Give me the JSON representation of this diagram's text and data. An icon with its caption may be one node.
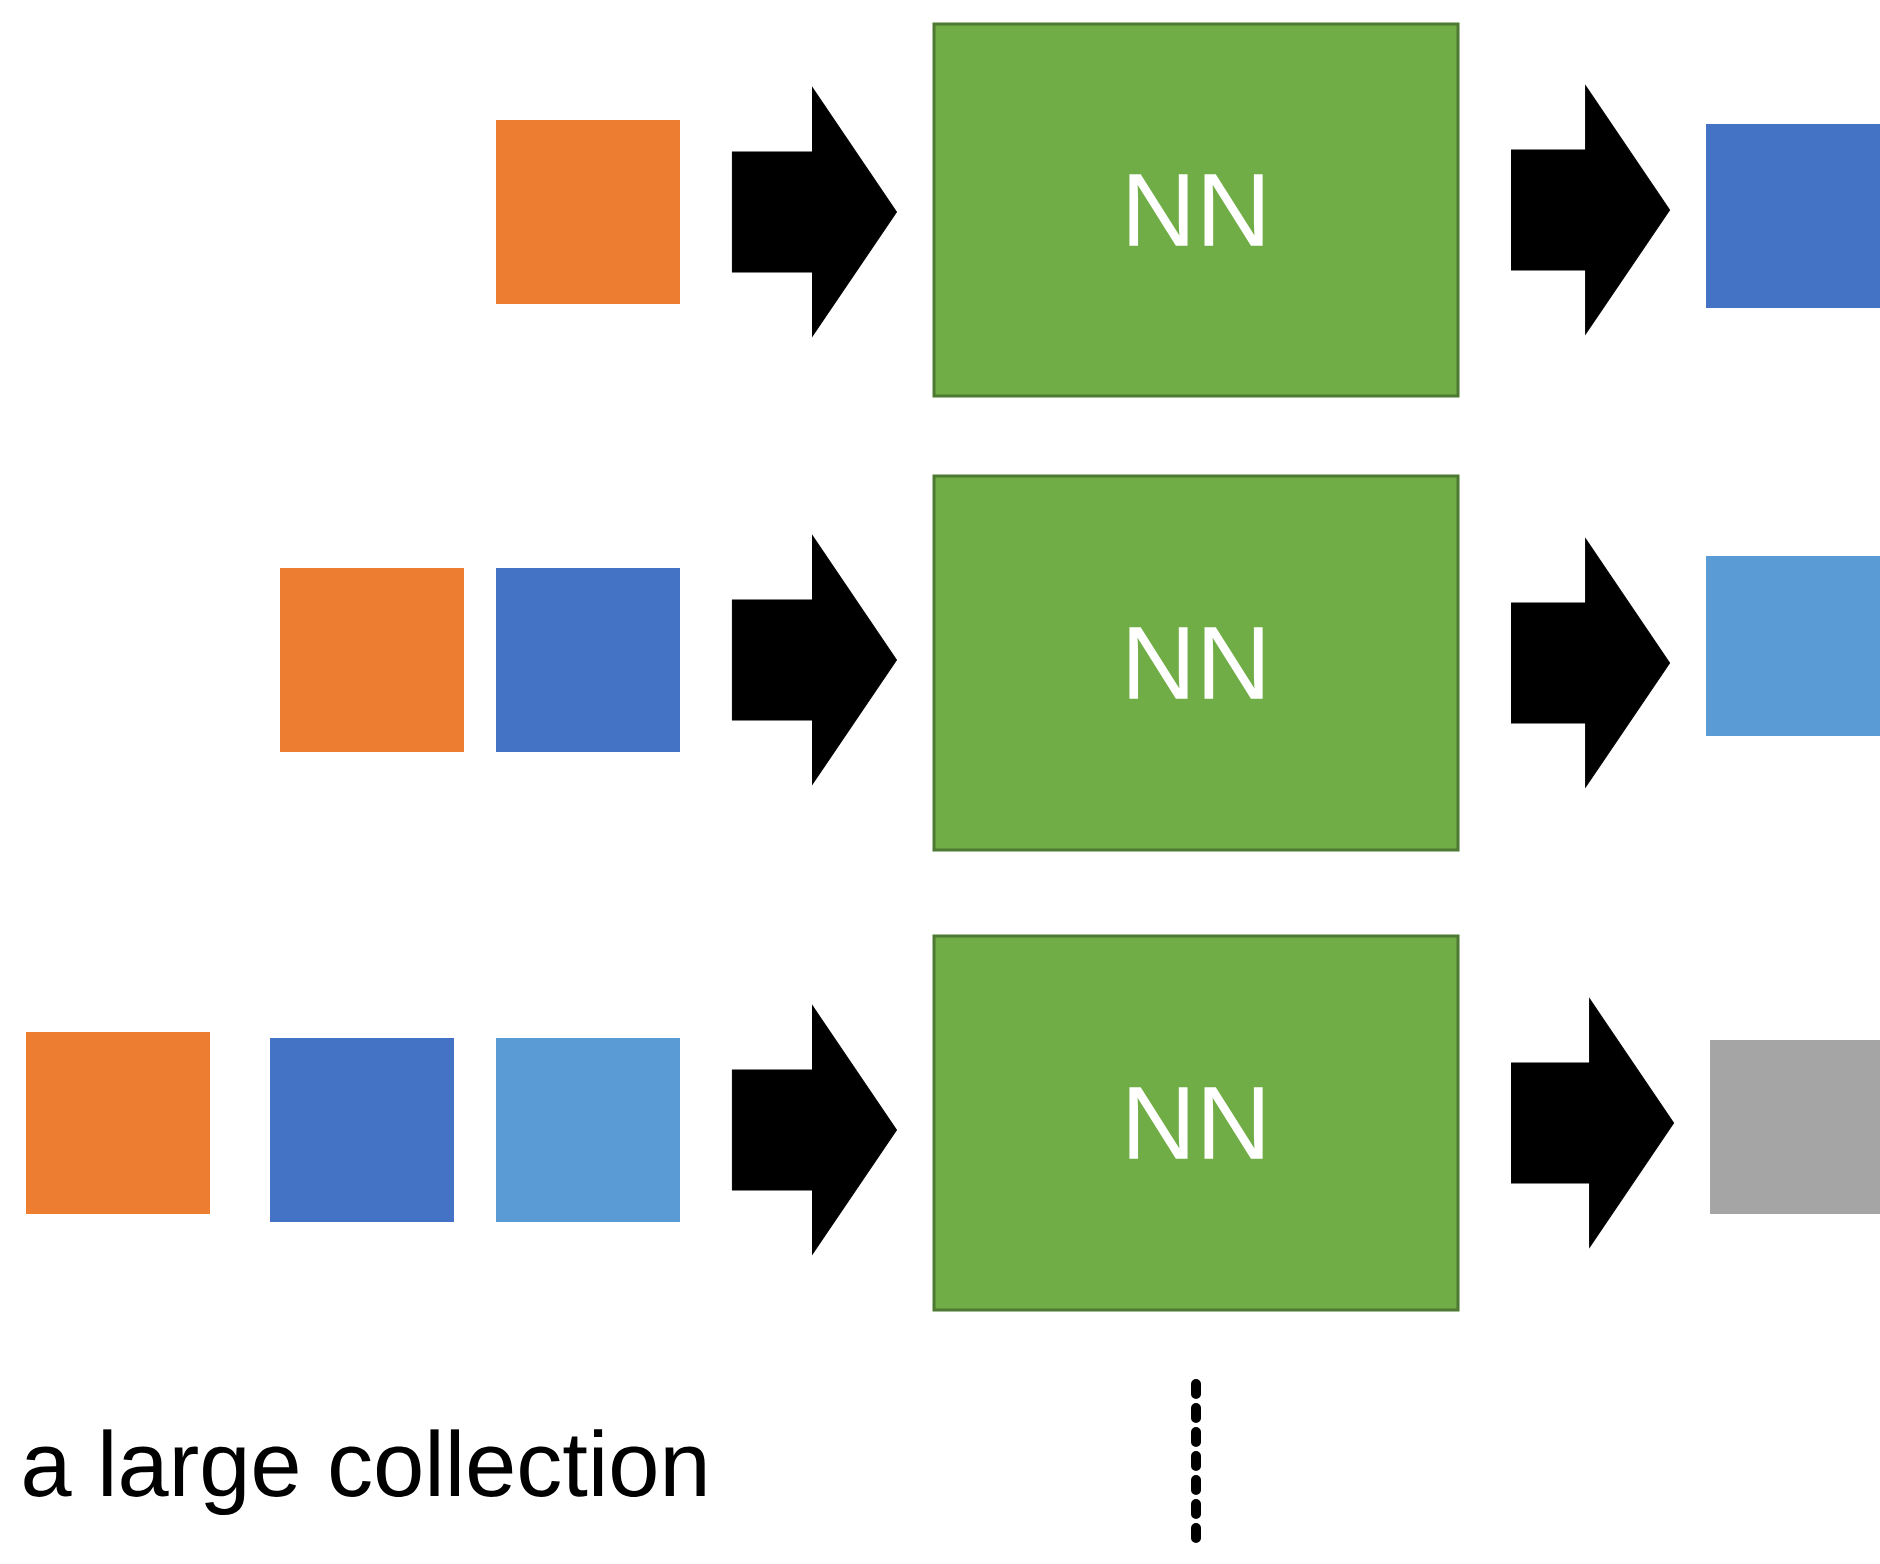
{
  "diagram": {
    "nodes": [
      {
        "text": [],
        "shape": "box"
      },
      {
        "text": [
          "NN"
        ]
      },
      {
        "text": [],
        "shape": "box"
      },
      {
        "text": [],
        "shape": "box"
      },
      {
        "text": [],
        "shape": "box"
      },
      {
        "text": [
          "NN"
        ]
      },
      {
        "text": [],
        "shape": "box"
      },
      {
        "text": [],
        "shape": "box"
      },
      {
        "text": [],
        "shape": "box"
      },
      {
        "text": [],
        "shape": "box"
      },
      {
        "text": [
          "NN"
        ]
      },
      {
        "text": [],
        "shape": "box"
      }
    ],
    "edges": [
      {
        "from": 0,
        "to": 1,
        "arrow": "to"
      },
      {
        "from": 1,
        "to": 2,
        "arrow": "to"
      },
      {
        "from": 4,
        "to": 5,
        "arrow": "to"
      },
      {
        "from": 5,
        "to": 6,
        "arrow": "to"
      },
      {
        "from": 9,
        "to": 10,
        "arrow": "to"
      },
      {
        "from": 10,
        "to": 11,
        "arrow": "to"
      }
    ],
    "labels": [
      "a large collection"
    ]
  }
}
